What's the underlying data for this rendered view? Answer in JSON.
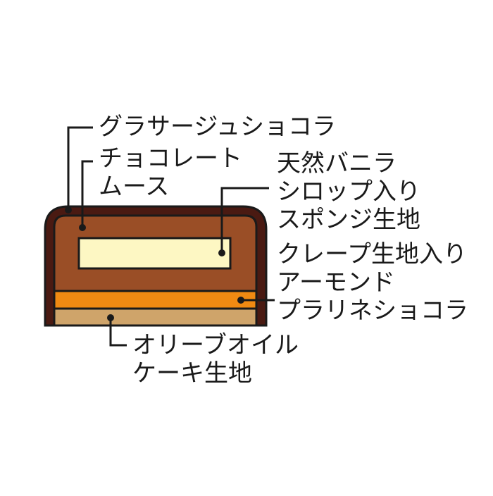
{
  "colors": {
    "glaze": "#4a1a12",
    "mousse": "#9a4e26",
    "sponge": "#fdf7c3",
    "praline": "#f08a12",
    "olive_cake": "#cfa46a",
    "outline": "#1a1a1a",
    "background": "#ffffff"
  },
  "labels": {
    "glacage": {
      "lines": [
        "グラサージュショコラ"
      ]
    },
    "mousse": {
      "lines": [
        "チョコレート",
        "ムース"
      ]
    },
    "sponge": {
      "lines": [
        "天然バニラ",
        "シロップ入り",
        "スポンジ生地"
      ]
    },
    "praline": {
      "lines": [
        "クレープ生地入り",
        "アーモンド",
        "プラリネショコラ"
      ]
    },
    "olive_cake": {
      "lines": [
        "オリーブオイル",
        "ケーキ生地"
      ]
    }
  }
}
